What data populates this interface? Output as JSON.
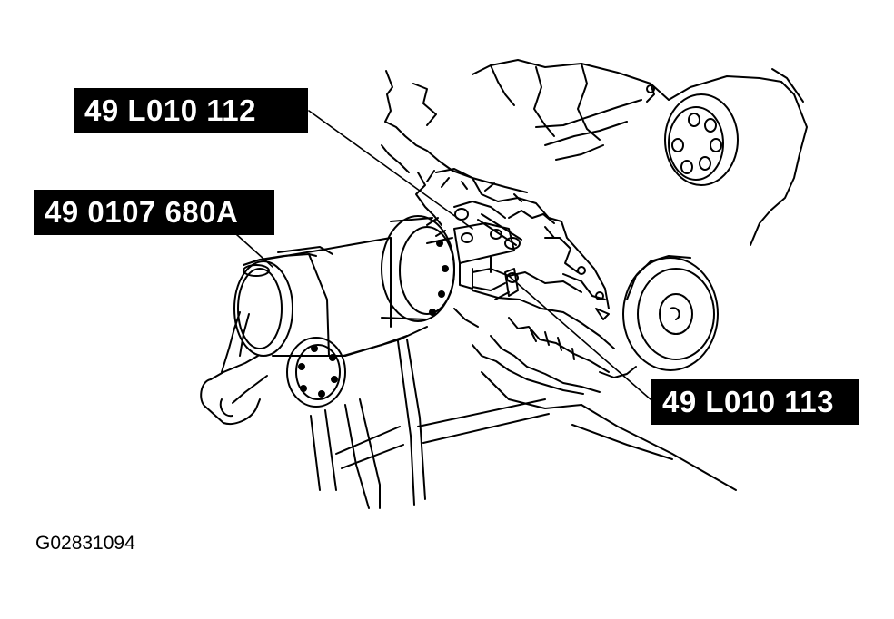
{
  "diagram": {
    "callouts": {
      "bracket_upper": "49 L010 112",
      "engine_stand": "49 0107 680A",
      "bracket_lower": "49 L010 113"
    },
    "figure_code": "G02831094",
    "colors": {
      "ink": "#000000",
      "paper": "#ffffff",
      "label_text": "#ffffff"
    }
  }
}
